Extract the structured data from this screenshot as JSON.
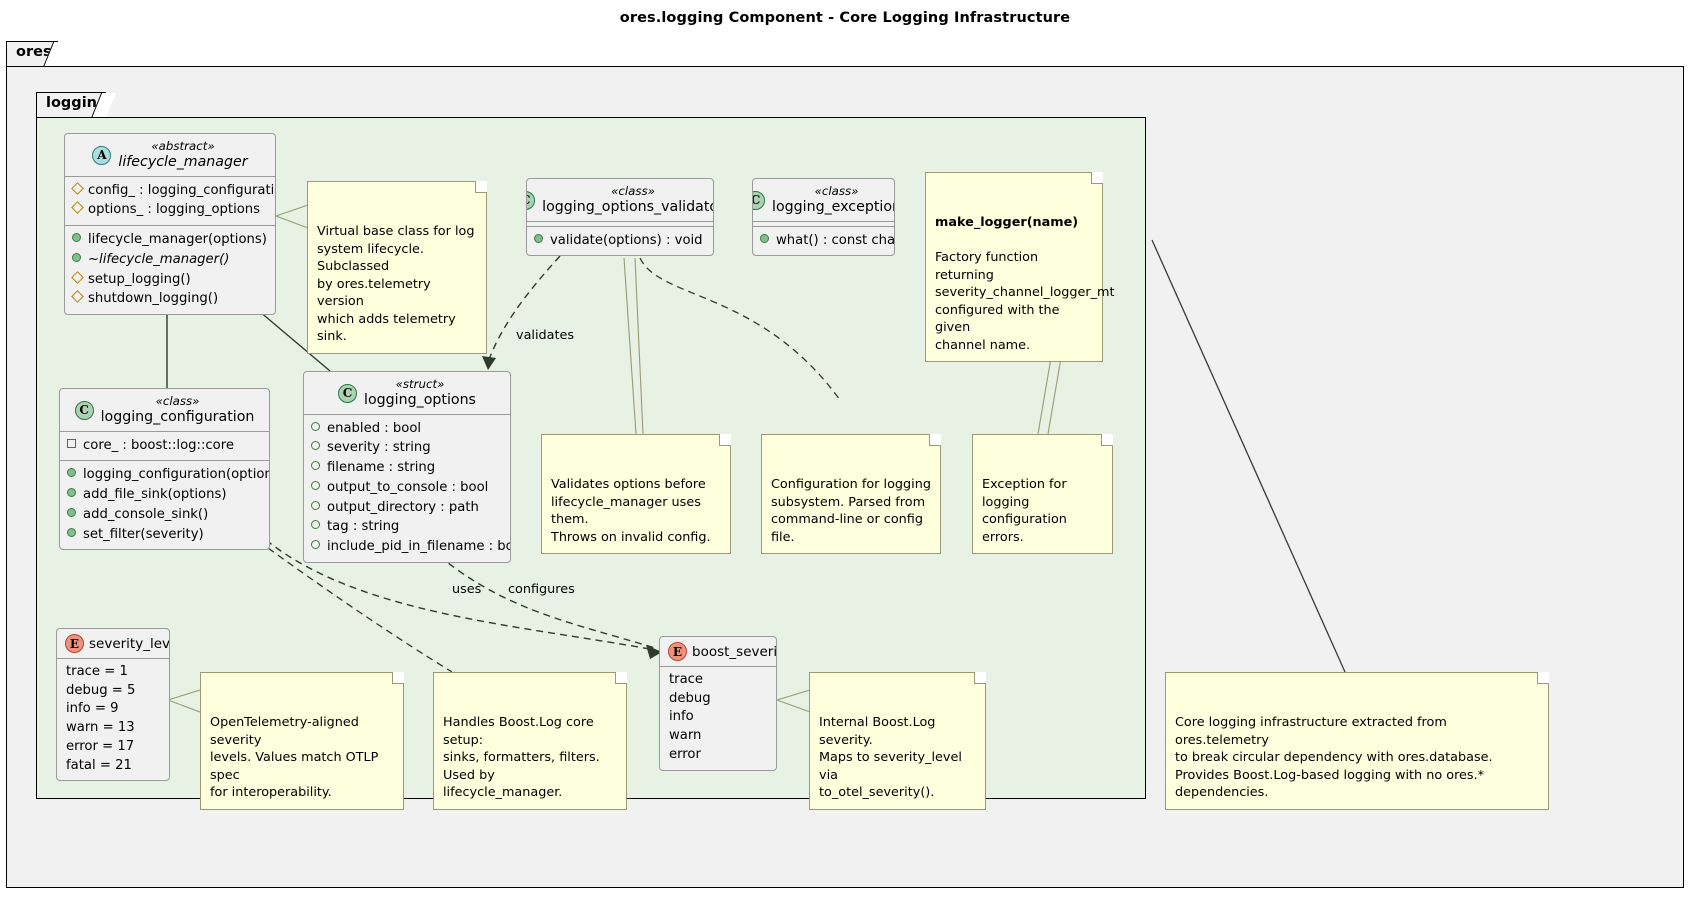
{
  "title": "ores.logging Component - Core Logging Infrastructure",
  "packages": {
    "outer": {
      "label": "ores"
    },
    "inner": {
      "label": "logging"
    }
  },
  "classes": {
    "lifecycle_manager": {
      "badge": "A",
      "stereotype": "«abstract»",
      "name": "lifecycle_manager",
      "attributes": [
        {
          "vis": "prot",
          "text": "config_ : logging_configuration"
        },
        {
          "vis": "prot",
          "text": "options_ : logging_options"
        }
      ],
      "methods": [
        {
          "vis": "pub",
          "text": "lifecycle_manager(options)",
          "italic": false
        },
        {
          "vis": "pub",
          "text": "~lifecycle_manager()",
          "italic": true
        },
        {
          "vis": "prot",
          "text": "setup_logging()",
          "italic": false
        },
        {
          "vis": "prot",
          "text": "shutdown_logging()",
          "italic": false
        }
      ]
    },
    "logging_options_validator": {
      "badge": "C",
      "stereotype": "«class»",
      "name": "logging_options_validator",
      "attributes": [],
      "methods": [
        {
          "vis": "pub",
          "text": "validate(options) : void",
          "italic": false
        }
      ]
    },
    "logging_exception": {
      "badge": "C",
      "stereotype": "«class»",
      "name": "logging_exception",
      "attributes": [],
      "methods": [
        {
          "vis": "pub",
          "text": "what() : const char*",
          "italic": false
        }
      ]
    },
    "logging_configuration": {
      "badge": "C",
      "stereotype": "«class»",
      "name": "logging_configuration",
      "attributes": [
        {
          "vis": "priv",
          "text": "core_ : boost::log::core"
        }
      ],
      "methods": [
        {
          "vis": "pub",
          "text": "logging_configuration(options)",
          "italic": false
        },
        {
          "vis": "pub",
          "text": "add_file_sink(options)",
          "italic": false
        },
        {
          "vis": "pub",
          "text": "add_console_sink()",
          "italic": false
        },
        {
          "vis": "pub",
          "text": "set_filter(severity)",
          "italic": false
        }
      ]
    },
    "logging_options": {
      "badge": "C",
      "stereotype": "«struct»",
      "name": "logging_options",
      "attributes": [
        {
          "vis": "pubo",
          "text": "enabled : bool"
        },
        {
          "vis": "pubo",
          "text": "severity : string"
        },
        {
          "vis": "pubo",
          "text": "filename : string"
        },
        {
          "vis": "pubo",
          "text": "output_to_console : bool"
        },
        {
          "vis": "pubo",
          "text": "output_directory : path"
        },
        {
          "vis": "pubo",
          "text": "tag : string"
        },
        {
          "vis": "pubo",
          "text": "include_pid_in_filename : bool"
        }
      ],
      "methods": []
    },
    "severity_level": {
      "badge": "E",
      "stereotype": "",
      "name": "severity_level",
      "values": [
        "trace = 1",
        "debug = 5",
        "info = 9",
        "warn = 13",
        "error = 17",
        "fatal = 21"
      ]
    },
    "boost_severity": {
      "badge": "E",
      "stereotype": "",
      "name": "boost_severity",
      "values": [
        "trace",
        "debug",
        "info",
        "warn",
        "error"
      ]
    }
  },
  "notes": {
    "lifecycle_manager_note": "Virtual base class for log\nsystem lifecycle. Subclassed\nby ores.telemetry version\nwhich adds telemetry sink.",
    "make_logger_note_title": "make_logger(name)",
    "make_logger_note_body": "Factory function returning\nseverity_channel_logger_mt\nconfigured with the given\nchannel name.",
    "validator_note": "Validates options before\nlifecycle_manager uses them.\nThrows on invalid config.",
    "configuration_note": "Configuration for logging\nsubsystem. Parsed from\ncommand-line or config file.",
    "exception_note": "Exception for logging\nconfiguration errors.",
    "severity_level_note": "OpenTelemetry-aligned severity\nlevels. Values match OTLP spec\nfor interoperability.",
    "logging_configuration_note": "Handles Boost.Log core setup:\nsinks, formatters, filters.\nUsed by lifecycle_manager.",
    "boost_severity_note": "Internal Boost.Log severity.\nMaps to severity_level via\nto_otel_severity().",
    "package_note": "Core logging infrastructure extracted from ores.telemetry\nto break circular dependency with ores.database.\nProvides Boost.Log-based logging with no ores.* dependencies."
  },
  "edges": {
    "validates": "validates",
    "uses": "uses",
    "configures": "configures"
  },
  "colors": {
    "package_bg": "#f1f1f1",
    "inner_package_bg": "#e7f2e4",
    "class_bg": "#f1f1f1",
    "note_bg": "#feffdd",
    "badge_abstract": "#adddde",
    "badge_class": "#add1b2",
    "badge_enum": "#eb937f"
  }
}
